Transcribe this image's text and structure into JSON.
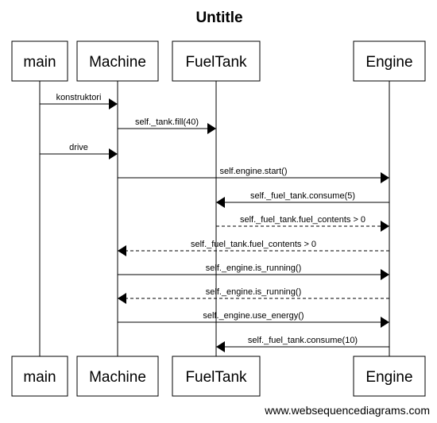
{
  "title": "Untitle",
  "watermark": "www.websequencediagrams.com",
  "participants": [
    {
      "id": "main",
      "label": "main"
    },
    {
      "id": "machine",
      "label": "Machine"
    },
    {
      "id": "fueltank",
      "label": "FuelTank"
    },
    {
      "id": "engine",
      "label": "Engine"
    }
  ],
  "messages": [
    {
      "from": "main",
      "to": "machine",
      "label": "konstruktori",
      "style": "solid"
    },
    {
      "from": "machine",
      "to": "fueltank",
      "label": "self._tank.fill(40)",
      "style": "solid"
    },
    {
      "from": "main",
      "to": "machine",
      "label": "drive",
      "style": "solid"
    },
    {
      "from": "machine",
      "to": "engine",
      "label": "self.engine.start()",
      "style": "solid"
    },
    {
      "from": "engine",
      "to": "fueltank",
      "label": "self._fuel_tank.consume(5)",
      "style": "solid"
    },
    {
      "from": "fueltank",
      "to": "engine",
      "label": "self._fuel_tank.fuel_contents > 0",
      "style": "dashed"
    },
    {
      "from": "engine",
      "to": "machine",
      "label": "self._fuel_tank.fuel_contents > 0",
      "style": "dashed"
    },
    {
      "from": "machine",
      "to": "engine",
      "label": "self._engine.is_running()",
      "style": "solid"
    },
    {
      "from": "engine",
      "to": "machine",
      "label": "self._engine.is_running()",
      "style": "dashed"
    },
    {
      "from": "machine",
      "to": "engine",
      "label": "self._engine.use_energy()",
      "style": "solid"
    },
    {
      "from": "engine",
      "to": "fueltank",
      "label": "self._fuel_tank.consume(10)",
      "style": "solid"
    }
  ]
}
